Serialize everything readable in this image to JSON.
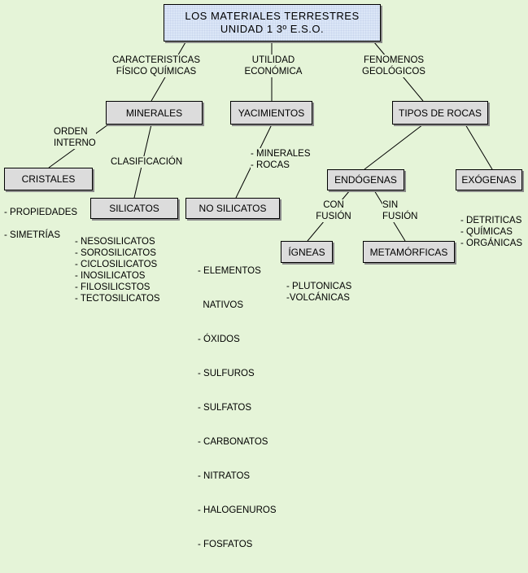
{
  "title": {
    "line1": "LOS MATERIALES TERRESTRES",
    "line2": "UNIDAD 1 3º E.S.O."
  },
  "branches": {
    "caracteristicas": [
      "CARACTERISTICAS",
      "FÍSICO QUÍMICAS"
    ],
    "utilidad": [
      "UTILIDAD",
      "ECONÓMICA"
    ],
    "fenomenos": [
      "FENOMENOS",
      "GEOLÓGICOS"
    ]
  },
  "nodes": {
    "minerales": "MINERALES",
    "yacimientos": "YACIMIENTOS",
    "tipos_rocas": "TIPOS DE ROCAS",
    "cristales": "CRISTALES",
    "silicatos": "SILICATOS",
    "no_silicatos": "NO SILICATOS",
    "endogenas": "ENDÓGENAS",
    "exogenas": "EXÓGENAS",
    "igneas": "ÍGNEAS",
    "metamorficas": "METAMÓRFICAS"
  },
  "link_labels": {
    "orden_interno": [
      "ORDEN",
      "INTERNO"
    ],
    "clasificacion": "CLASIFICACIÓN",
    "con_fusion": [
      "CON",
      "FUSIÓN"
    ],
    "sin_fusion": [
      "SIN",
      "FUSIÓN"
    ]
  },
  "lists": {
    "yacimientos": [
      "- MINERALES",
      "- ROCAS"
    ],
    "propiedades": "- PROPIEDADES",
    "simetrias": "- SIMETRÍAS",
    "silicatos": [
      "- NESOSILICATOS",
      "- SOROSILICATOS",
      "- CICLOSILICATOS",
      "- INOSILICATOS",
      "- FILOSILICSTOS",
      "- TECTOSILICATOS"
    ],
    "no_silicatos": [
      "- ELEMENTOS",
      "  NATIVOS",
      "- ÓXIDOS",
      "- SULFUROS",
      "- SULFATOS",
      "- CARBONATOS",
      "- NITRATOS",
      "- HALOGENUROS",
      "- FOSFATOS"
    ],
    "igneas": [
      "- PLUTONICAS",
      "-VOLCÁNICAS"
    ],
    "exogenas": [
      "- DETRITICAS",
      "- QUÍMICAS",
      "- ORGÁNICAS"
    ]
  }
}
